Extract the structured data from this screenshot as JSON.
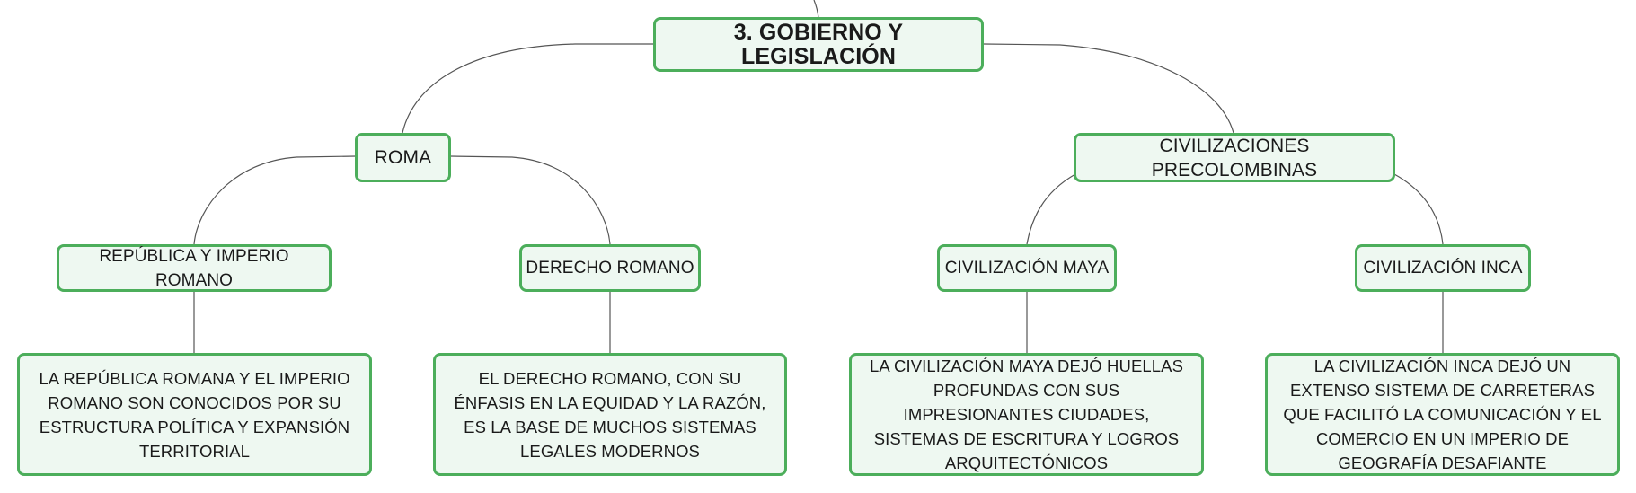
{
  "root": {
    "label": "3. GOBIERNO Y LEGISLACIÓN"
  },
  "roma": {
    "label": "ROMA",
    "republica": {
      "label": "REPÚBLICA Y IMPERIO ROMANO",
      "detail": "LA REPÚBLICA ROMANA Y EL IMPERIO ROMANO SON CONOCIDOS POR SU ESTRUCTURA POLÍTICA Y EXPANSIÓN TERRITORIAL"
    },
    "derecho": {
      "label": "DERECHO ROMANO",
      "detail": "EL DERECHO ROMANO, CON SU ÉNFASIS EN LA EQUIDAD Y LA RAZÓN, ES LA BASE DE MUCHOS SISTEMAS LEGALES MODERNOS"
    }
  },
  "precolombinas": {
    "label": "CIVILIZACIONES PRECOLOMBINAS",
    "maya": {
      "label": "CIVILIZACIÓN MAYA",
      "detail": "LA CIVILIZACIÓN MAYA DEJÓ HUELLAS PROFUNDAS CON SUS IMPRESIONANTES CIUDADES, SISTEMAS DE ESCRITURA Y LOGROS ARQUITECTÓNICOS"
    },
    "inca": {
      "label": "CIVILIZACIÓN INCA",
      "detail": "LA CIVILIZACIÓN INCA DEJÓ UN EXTENSO SISTEMA DE CARRETERAS QUE FACILITÓ LA COMUNICACIÓN Y EL COMERCIO EN UN IMPERIO DE GEOGRAFÍA DESAFIANTE"
    }
  },
  "colors": {
    "node_border": "#4cae5b",
    "node_fill": "#eef8f1",
    "connector": "#555555"
  }
}
